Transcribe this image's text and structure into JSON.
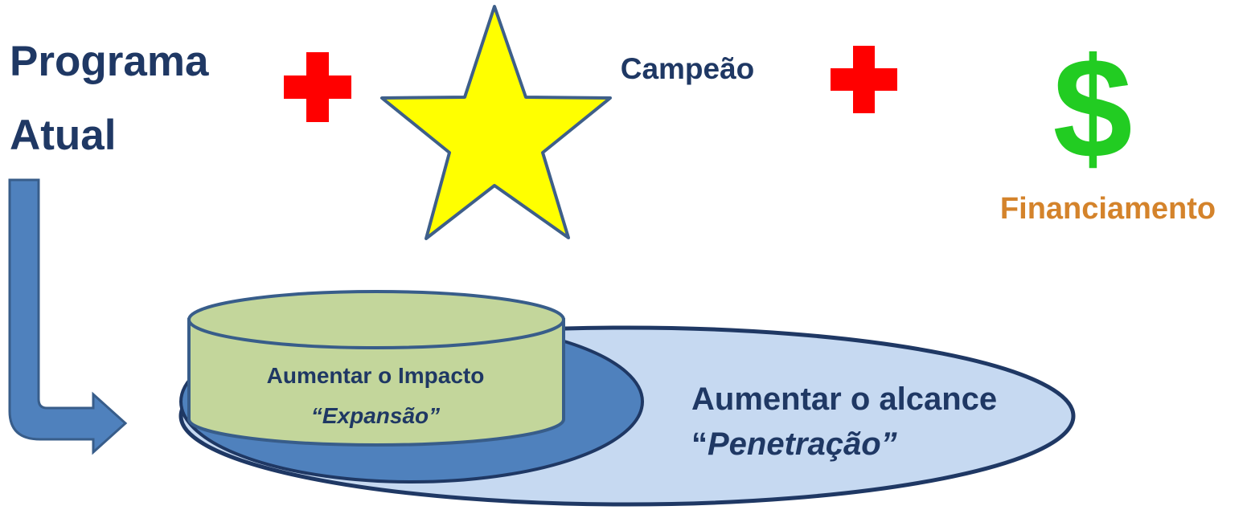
{
  "labels": {
    "program_line1": "Programa",
    "program_line2": "Atual",
    "champion": "Campeão",
    "dollar_symbol": "$",
    "funding": "Financiamento",
    "impact_line1": "Aumentar o Impacto",
    "impact_line2": "“Expansão”",
    "reach_line1": "Aumentar o alcance",
    "reach_line2_open_quote": "“",
    "reach_line2_word": "Penetração”"
  },
  "colors": {
    "title_text": "#1f3864",
    "plus_red": "#ff0000",
    "star_fill": "#ffff00",
    "star_stroke": "#3e5f8a",
    "dollar_green": "#22cc22",
    "funding_orange": "#d4832b",
    "outer_ellipse_fill": "#c6d9f1",
    "outer_ellipse_stroke": "#1f3864",
    "inner_ellipse_fill": "#4f81bd",
    "cylinder_fill": "#c3d69b",
    "cylinder_stroke": "#385d8a",
    "arrow_fill": "#4f81bd",
    "arrow_stroke": "#385d8a"
  },
  "icons": [
    "plus-icon",
    "star-icon",
    "dollar-icon",
    "bent-arrow-icon"
  ]
}
